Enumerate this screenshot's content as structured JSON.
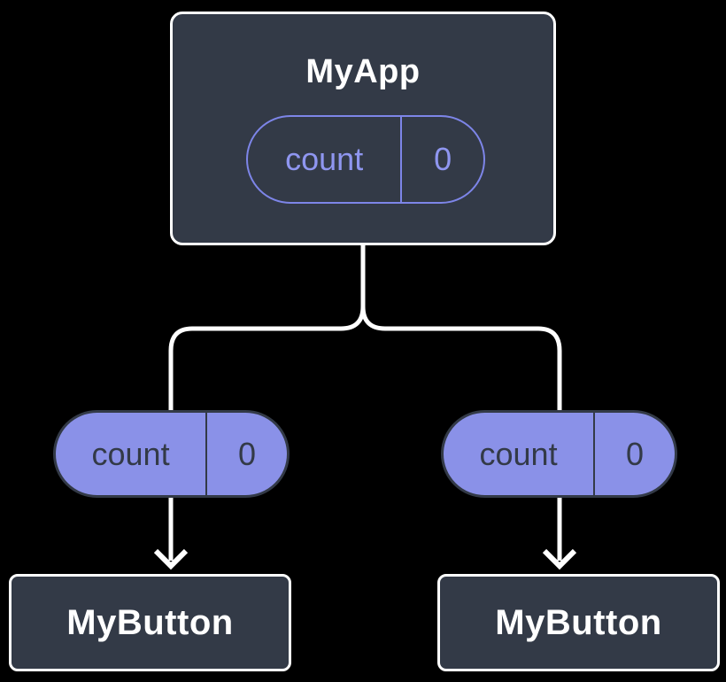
{
  "diagram": {
    "description": "component-tree-state-sharing",
    "colors": {
      "background": "#000000",
      "card_fill": "#333a47",
      "card_border": "#ffffff",
      "card_text": "#ffffff",
      "state_pill_outline": "#7d85e8",
      "state_pill_text": "#8f96f0",
      "prop_pill_fill": "#8a91e8",
      "prop_pill_text": "#333a47",
      "connector": "#ffffff"
    },
    "root_component": {
      "name": "MyApp",
      "state": {
        "label": "count",
        "value": "0"
      }
    },
    "child_links": [
      {
        "prop": {
          "label": "count",
          "value": "0"
        },
        "component": {
          "name": "MyButton"
        }
      },
      {
        "prop": {
          "label": "count",
          "value": "0"
        },
        "component": {
          "name": "MyButton"
        }
      }
    ]
  }
}
